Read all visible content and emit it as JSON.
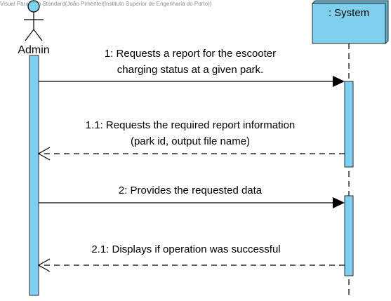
{
  "watermark": "Visual Paradigm Standard(João Pimentel(Instituto Superior de Engenharia do Porto))",
  "actor": {
    "label": "Admin"
  },
  "lifeline": {
    "label": ": System"
  },
  "colors": {
    "fill": "#7fcfef",
    "stroke": "#2b2b2b",
    "line": "#000000"
  },
  "messages": [
    {
      "kind": "sync",
      "line1": "1: Requests a report for the escooter",
      "line2": "charging status at a given park."
    },
    {
      "kind": "return",
      "line1": "1.1: Requests the required report information",
      "line2": "(park id, output file name)"
    },
    {
      "kind": "sync",
      "line1": "2: Provides the requested data",
      "line2": ""
    },
    {
      "kind": "return",
      "line1": "2.1: Displays if operation was successful",
      "line2": ""
    }
  ]
}
